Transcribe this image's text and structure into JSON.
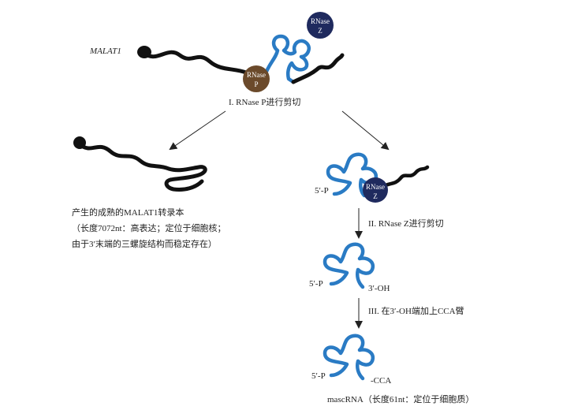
{
  "labels": {
    "gene": "MALAT1",
    "step1": "I. RNase P进行剪切",
    "step2": "II. RNase Z进行剪切",
    "step3": "III. 在3′-OH端加上CCA臂",
    "five_prime_p": "5′-P",
    "three_prime_oh": "3′-OH",
    "cca": "-CCA",
    "mature_line1": "产生的成熟的MALAT1转录本",
    "mature_line2": "（长度7072nt：高表达；定位于细胞核；",
    "mature_line3": "由于3′末端的三螺旋结构而稳定存在）",
    "mascrna": "mascRNA（长度61nt：定位于细胞质）"
  },
  "enzymes": {
    "rnase_z_line1": "RNase",
    "rnase_z_line2": "Z",
    "rnase_p_line1": "RNase",
    "rnase_p_line2": "P"
  },
  "colors": {
    "rna_blue": "#2a7bc4",
    "rna_black": "#111111",
    "rnase_z_fill": "#1f2a5e",
    "rnase_p_fill": "#6b4a2b"
  }
}
